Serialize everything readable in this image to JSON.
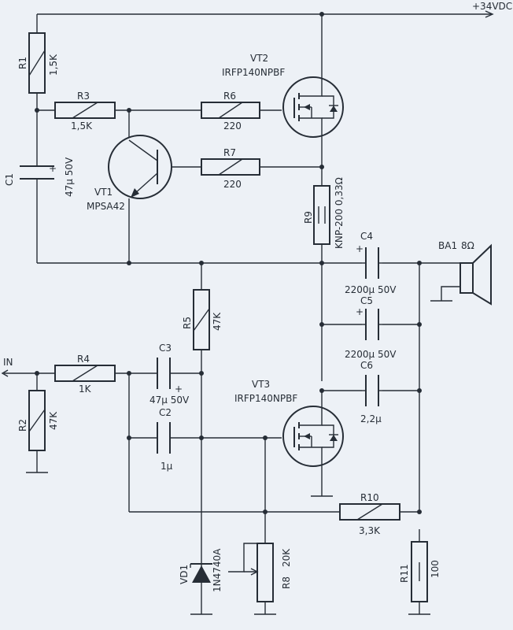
{
  "supply": "+34VDC",
  "input": "IN",
  "vt1": {
    "name": "VT1",
    "part": "MPSA42"
  },
  "vt2": {
    "name": "VT2",
    "part": "IRFP140NPBF"
  },
  "vt3": {
    "name": "VT3",
    "part": "IRFP140NPBF"
  },
  "r1": {
    "name": "R1",
    "value": "1,5K"
  },
  "r2": {
    "name": "R2",
    "value": "47K"
  },
  "r3": {
    "name": "R3",
    "value": "1,5K"
  },
  "r4": {
    "name": "R4",
    "value": "1K"
  },
  "r5": {
    "name": "R5",
    "value": "47K"
  },
  "r6": {
    "name": "R6",
    "value": "220"
  },
  "r7": {
    "name": "R7",
    "value": "220"
  },
  "r8": {
    "name": "R8",
    "value": "20K"
  },
  "r9": {
    "name": "R9",
    "value": "KNP-200 0,33Ω"
  },
  "r10": {
    "name": "R10",
    "value": "3,3K"
  },
  "r11": {
    "name": "R11",
    "value": "100"
  },
  "c1": {
    "name": "C1",
    "value": "47µ 50V"
  },
  "c2": {
    "name": "C2",
    "value": "1µ"
  },
  "c3": {
    "name": "C3",
    "value": "47µ 50V"
  },
  "c4": {
    "name": "C4",
    "value": "2200µ 50V"
  },
  "c5": {
    "name": "C5",
    "value": "2200µ 50V"
  },
  "c6": {
    "name": "C6",
    "value": "2,2µ"
  },
  "vd1": {
    "name": "VD1",
    "part": "1N4740A"
  },
  "ba1": {
    "name": "BA1",
    "value": "8Ω"
  },
  "plus": "+"
}
